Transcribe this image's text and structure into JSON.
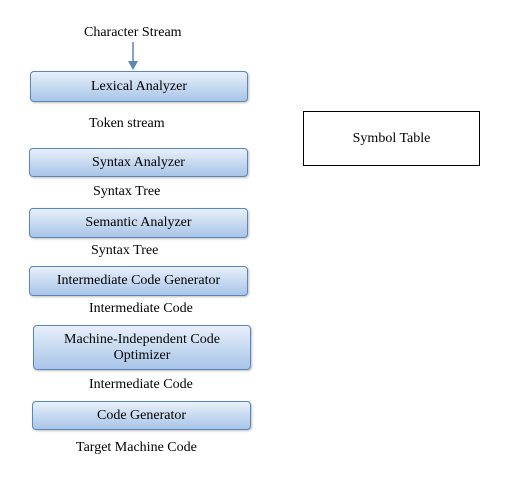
{
  "diagram": {
    "input_label": "Character Stream",
    "phases": [
      {
        "label": "Lexical Analyzer"
      },
      {
        "label": "Syntax Analyzer"
      },
      {
        "label": "Semantic Analyzer"
      },
      {
        "label": "Intermediate Code Generator"
      },
      {
        "label": "Machine-Independent Code\nOptimizer"
      },
      {
        "label": "Code Generator"
      }
    ],
    "outputs": [
      {
        "label": "Token stream"
      },
      {
        "label": "Syntax Tree"
      },
      {
        "label": "Syntax Tree"
      },
      {
        "label": "Intermediate Code"
      },
      {
        "label": "Intermediate Code"
      },
      {
        "label": "Target Machine Code"
      }
    ],
    "symbol_table": "Symbol Table",
    "colors": {
      "phase_fill": "#c4d8f0",
      "phase_border": "#5a86b8",
      "arrow": "#5a86b8"
    }
  }
}
